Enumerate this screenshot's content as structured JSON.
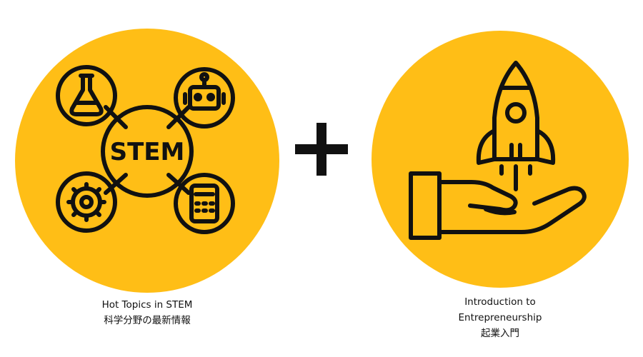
{
  "colors": {
    "circle_fill": "#FFBE16",
    "icon_stroke": "#111111",
    "plus": "#111111"
  },
  "left_panel": {
    "icon": "stem-network-icon",
    "center_text": "STEM",
    "caption_en": "Hot Topics in STEM",
    "caption_jp": "科学分野の最新情報"
  },
  "connector": {
    "icon": "plus-icon"
  },
  "right_panel": {
    "icon": "rocket-launch-hand-icon",
    "caption_line1": "Introduction to",
    "caption_line2": "Entrepreneurship",
    "caption_jp": "起業入門"
  }
}
